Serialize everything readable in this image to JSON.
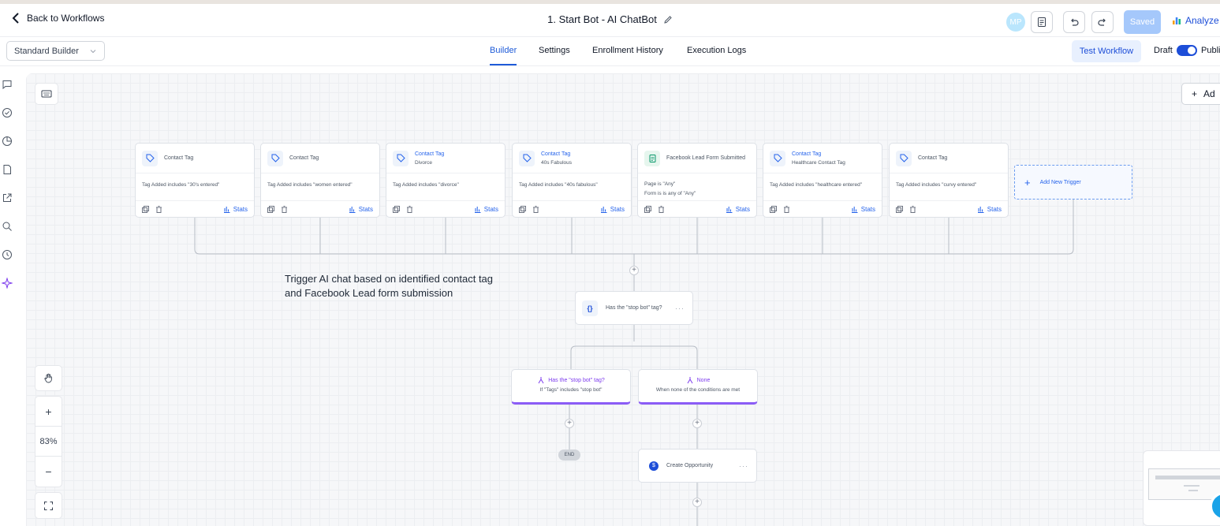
{
  "header": {
    "back_label": "Back to Workflows",
    "workflow_title": "1. Start Bot - AI ChatBot",
    "avatar_initials": "MP",
    "saved_label": "Saved",
    "analyze_label": "Analyze"
  },
  "subbar": {
    "builder_select": "Standard Builder",
    "tabs": [
      {
        "label": "Builder",
        "active": true
      },
      {
        "label": "Settings",
        "active": false
      },
      {
        "label": "Enrollment History",
        "active": false
      },
      {
        "label": "Execution Logs",
        "active": false
      }
    ],
    "test_workflow_label": "Test Workflow",
    "draft_label": "Draft",
    "publish_label": "Publi",
    "publish_enabled": true
  },
  "left_rail": {
    "icons": [
      "chat-icon",
      "check-circle-icon",
      "pie-chart-icon",
      "document-icon",
      "external-link-icon",
      "search-icon",
      "history-icon",
      "ai-sparkle-icon"
    ]
  },
  "canvas": {
    "add_label": "Ad",
    "triggers": [
      {
        "title": "Contact Tag",
        "subtitle": "",
        "body": [
          "Tag Added includes \"30's entered\""
        ],
        "stats_label": "Stats",
        "icon": "tag-icon"
      },
      {
        "title": "Contact Tag",
        "subtitle": "",
        "body": [
          "Tag Added includes \"women entered\""
        ],
        "stats_label": "Stats",
        "icon": "tag-icon"
      },
      {
        "title": "Contact Tag",
        "subtitle": "Divorce",
        "body": [
          "Tag Added includes \"divorce\""
        ],
        "stats_label": "Stats",
        "icon": "tag-icon"
      },
      {
        "title": "Contact Tag",
        "subtitle": "40s Fabulous",
        "body": [
          "Tag Added includes \"40s fabulous\""
        ],
        "stats_label": "Stats",
        "icon": "tag-icon"
      },
      {
        "title": "Facebook Lead Form Submitted",
        "subtitle": "",
        "body": [
          "Page is \"Any\"",
          "Form is is any of \"Any\""
        ],
        "stats_label": "Stats",
        "icon": "clipboard-icon"
      },
      {
        "title": "Contact Tag",
        "subtitle": "Healthcare Contact Tag",
        "body": [
          "Tag Added includes \"healthcare entered\""
        ],
        "stats_label": "Stats",
        "icon": "tag-icon"
      },
      {
        "title": "Contact Tag",
        "subtitle": "",
        "body": [
          "Tag Added includes \"curvy entered\""
        ],
        "stats_label": "Stats",
        "icon": "tag-icon"
      }
    ],
    "add_trigger_label": "Add New Trigger",
    "annotation_lines": [
      "Trigger AI chat based on identified contact tag",
      "and Facebook Lead form submission"
    ],
    "condition_node": {
      "icon_text": "{}",
      "label": "Has the \"stop bot\" tag?"
    },
    "branches": [
      {
        "title": "Has the \"stop bot\" tag?",
        "subtitle": "If \"Tags\" includes \"stop bot\""
      },
      {
        "title": "None",
        "subtitle": "When none of the conditions are met"
      }
    ],
    "end_label": "END",
    "action_node": {
      "icon_text": "$",
      "label": "Create Opportunity"
    },
    "zoom": {
      "zoom_in": "+",
      "level": "83%",
      "zoom_out": "−"
    }
  },
  "colors": {
    "accent": "#1e5bd8",
    "branch_purple": "#8b5cf6",
    "saved_button": "#a5c8fb"
  }
}
